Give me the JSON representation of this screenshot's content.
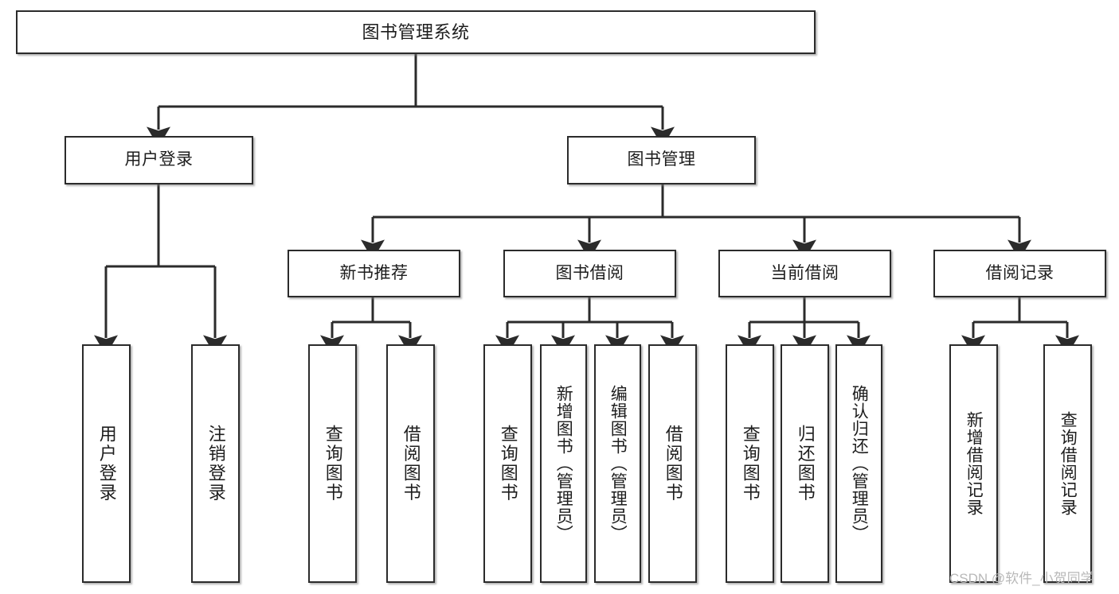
{
  "diagram": {
    "type": "tree",
    "title": "图书管理系统",
    "orientation": "top-down",
    "line_color": "#2b2b2b",
    "box_fill": "#ffffff",
    "text_color": "#1d1d1d",
    "root": {
      "id": "root",
      "label": "图书管理系统"
    },
    "level2": [
      {
        "id": "user-login",
        "label": "用户登录"
      },
      {
        "id": "book-manage",
        "label": "图书管理"
      }
    ],
    "level3": [
      {
        "id": "new-book-rec",
        "label": "新书推荐",
        "parent": "book-manage"
      },
      {
        "id": "book-borrow",
        "label": "图书借阅",
        "parent": "book-manage"
      },
      {
        "id": "current-borrow",
        "label": "当前借阅",
        "parent": "book-manage"
      },
      {
        "id": "borrow-record",
        "label": "借阅记录",
        "parent": "book-manage"
      }
    ],
    "leaves": [
      {
        "id": "leaf-user-login",
        "label": "用户登录",
        "parent": "user-login"
      },
      {
        "id": "leaf-logout",
        "label": "注销登录",
        "parent": "user-login"
      },
      {
        "id": "leaf-query-book-1",
        "label": "查询图书",
        "parent": "new-book-rec"
      },
      {
        "id": "leaf-borrow-book-1",
        "label": "借阅图书",
        "parent": "new-book-rec"
      },
      {
        "id": "leaf-query-book-2",
        "label": "查询图书",
        "parent": "book-borrow"
      },
      {
        "id": "leaf-add-book",
        "label": "新增图书（管理员）",
        "parent": "book-borrow"
      },
      {
        "id": "leaf-edit-book",
        "label": "编辑图书（管理员）",
        "parent": "book-borrow"
      },
      {
        "id": "leaf-borrow-book-2",
        "label": "借阅图书",
        "parent": "book-borrow"
      },
      {
        "id": "leaf-query-book-3",
        "label": "查询图书",
        "parent": "current-borrow"
      },
      {
        "id": "leaf-return-book",
        "label": "归还图书",
        "parent": "current-borrow"
      },
      {
        "id": "leaf-confirm-return",
        "label": "确认归还（管理员）",
        "parent": "current-borrow"
      },
      {
        "id": "leaf-add-record",
        "label": "新增借阅记录",
        "parent": "borrow-record"
      },
      {
        "id": "leaf-query-record",
        "label": "查询借阅记录",
        "parent": "borrow-record"
      }
    ]
  },
  "watermark": {
    "text": "CSDN @软件_小贺同学"
  }
}
